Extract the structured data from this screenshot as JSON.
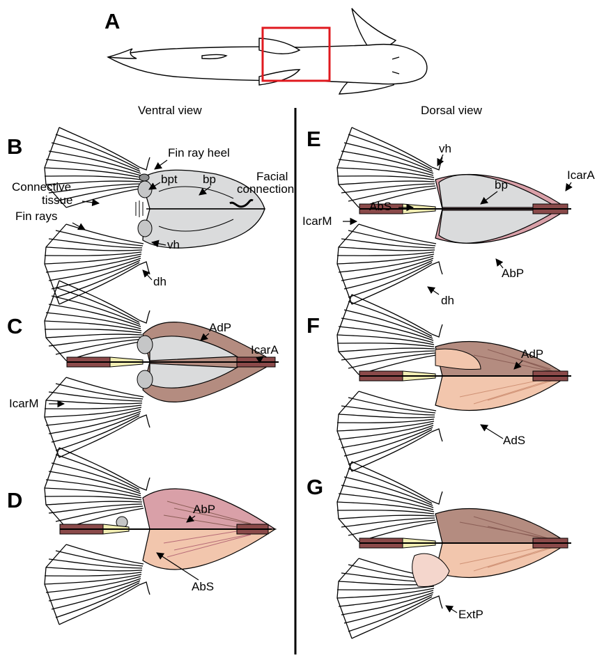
{
  "panels": {
    "A": "A",
    "B": "B",
    "C": "C",
    "D": "D",
    "E": "E",
    "F": "F",
    "G": "G"
  },
  "views": {
    "ventral": "Ventral view",
    "dorsal": "Dorsal view"
  },
  "labels": {
    "B": {
      "fin_ray_heel": "Fin ray heel",
      "bpt": "bpt",
      "bp": "bp",
      "facial_1": "Facial",
      "facial_2": "connection",
      "connective_1": "Connective",
      "connective_2": "tissue",
      "fin_rays": "Fin rays",
      "vh": "vh",
      "dh": "dh"
    },
    "C": {
      "adp": "AdP",
      "icara": "IcarA",
      "icarm": "IcarM"
    },
    "D": {
      "abp": "AbP",
      "abs": "AbS"
    },
    "E": {
      "vh": "vh",
      "bp": "bp",
      "abs": "AbS",
      "icara": "IcarA",
      "icarm": "IcarM",
      "abp": "AbP",
      "dh": "dh"
    },
    "F": {
      "adp": "AdP",
      "ads": "AdS"
    },
    "G": {
      "extp": "ExtP"
    }
  },
  "colors": {
    "bone": "#dadbdc",
    "bone_dark": "#a9aaab",
    "muscle_brown": "#b48c80",
    "muscle_brown_dark": "#8a5d55",
    "muscle_pink": "#d9a0a8",
    "muscle_pink_dark": "#b66a77",
    "muscle_peach": "#f2c6ad",
    "muscle_peach_dark": "#cf9175",
    "ligament_red": "#8b4a4a",
    "ligament_yellow": "#f1edb2",
    "highlight_box": "#e0191f"
  }
}
